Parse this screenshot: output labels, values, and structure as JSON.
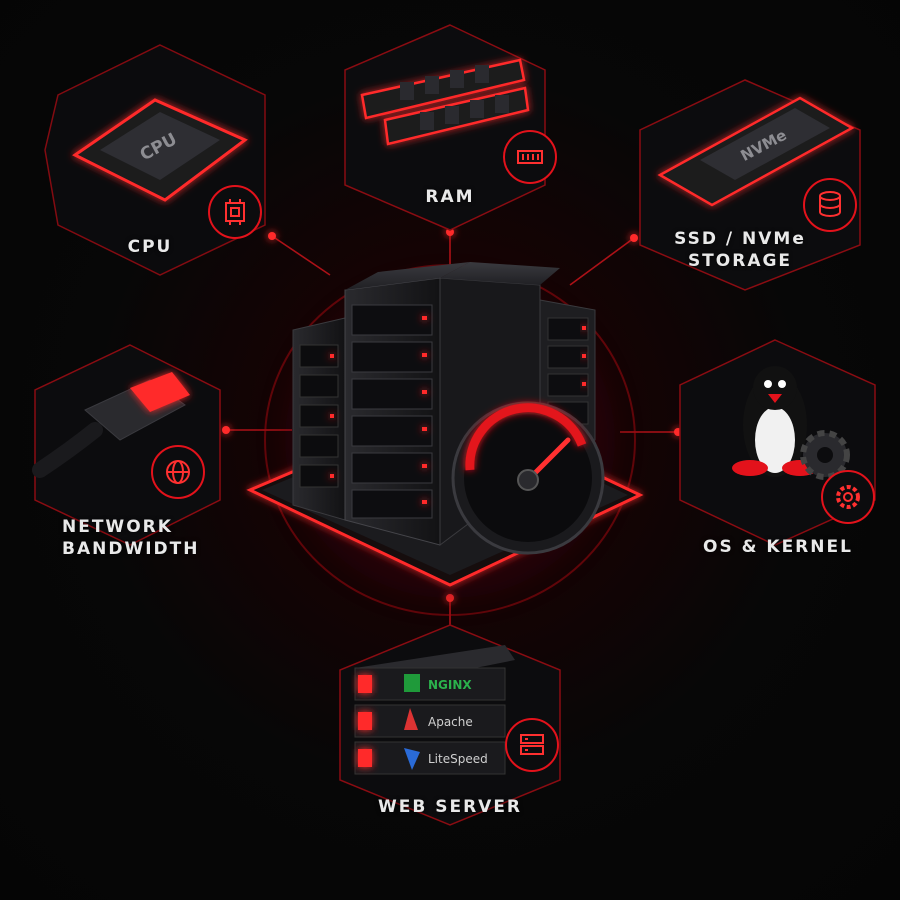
{
  "nodes": {
    "cpu": {
      "label": "CPU",
      "chip_text": "CPU"
    },
    "ram": {
      "label": "RAM"
    },
    "storage": {
      "label_line1": "SSD / NVMe",
      "label_line2": "STORAGE",
      "chip_text": "NVMe"
    },
    "network": {
      "label_line1": "NETWORK",
      "label_line2": "BANDWIDTH"
    },
    "os": {
      "label": "OS & KERNEL"
    },
    "webserver": {
      "label": "WEB SERVER",
      "stack": [
        "NGINX",
        "Apache",
        "LiteSpeed"
      ]
    }
  },
  "icons": {
    "cpu": "chip-icon",
    "ram": "memory-icon",
    "storage": "database-icon",
    "network": "globe-icon",
    "os": "gear-icon",
    "webserver": "server-icon"
  },
  "colors": {
    "accent": "#e3121b",
    "glow": "#ff2a2a",
    "background": "#050505",
    "text": "#e9e9e9"
  }
}
